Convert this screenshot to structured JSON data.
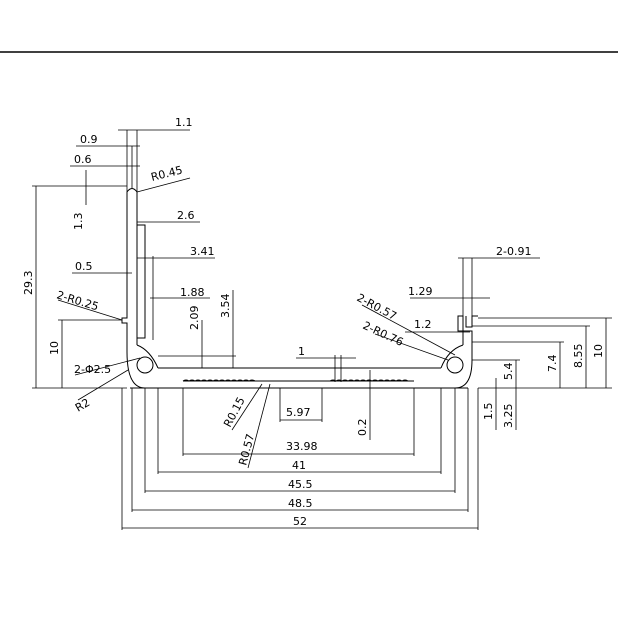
{
  "drawing": {
    "type": "extrusion-profile-section",
    "dimensions": {
      "d_1_1": "1.1",
      "d_0_9": "0.9",
      "d_0_6": "0.6",
      "r_0_45": "R0.45",
      "d_1_3": "1.3",
      "d_2_6": "2.6",
      "d_3_41": "3.41",
      "d_29_3": "29.3",
      "d_0_5": "0.5",
      "r_0_25": "2-R0.25",
      "d_1_88": "1.88",
      "d_3_54": "3.54",
      "d_2_09": "2.09",
      "d_10_left": "10",
      "phi_2_5": "2-Φ2.5",
      "r_2": "R2",
      "d_1": "1",
      "r_0_15": "R0.15",
      "r_0_57_bottom": "R0.57",
      "d_5_97": "5.97",
      "d_0_2": "0.2",
      "d_33_98": "33.98",
      "d_41": "41",
      "d_45_5": "45.5",
      "d_48_5": "48.5",
      "d_52": "52",
      "d_2_0_91": "2-0.91",
      "d_1_29": "1.29",
      "r_2_0_57": "2-R0.57",
      "d_1_2": "1.2",
      "r_2_0_76": "2-R0.76",
      "d_5_4": "5.4",
      "d_7_4": "7.4",
      "d_8_55": "8.55",
      "d_10_right": "10",
      "d_1_5": "1.5",
      "d_3_25": "3.25"
    }
  }
}
